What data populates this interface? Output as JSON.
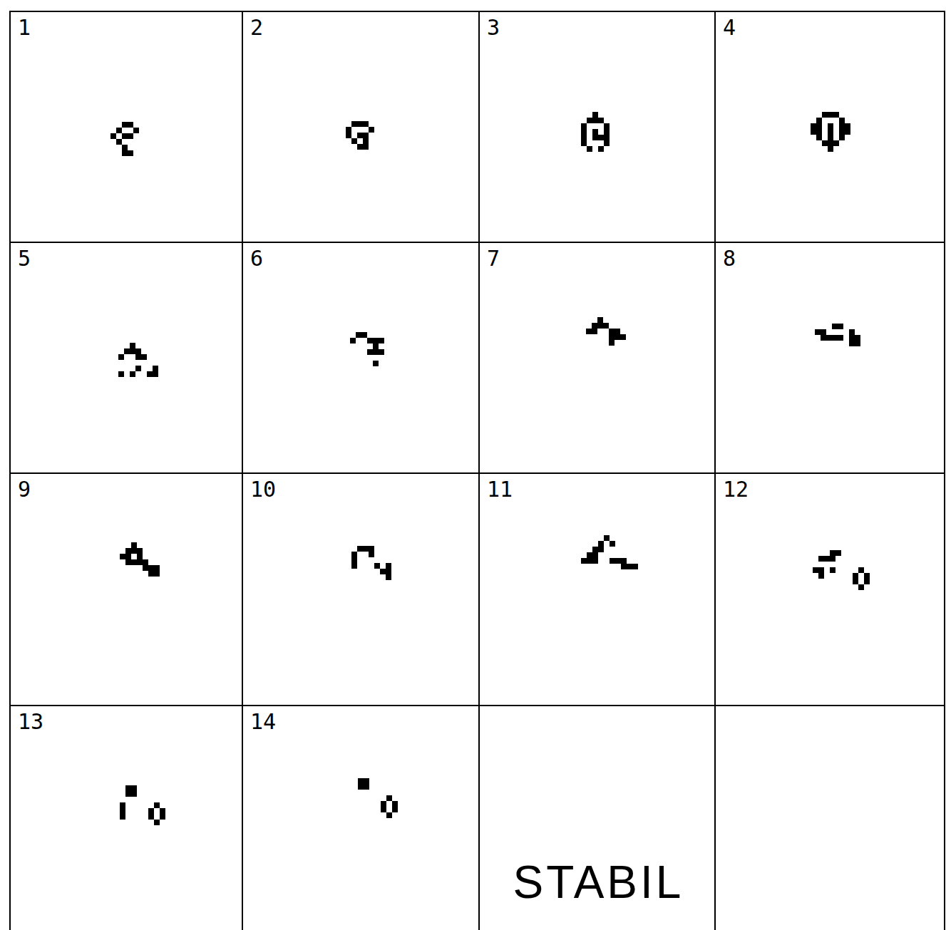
{
  "diagram": {
    "nodes": [
      {
        "text": [
          "1"
        ]
      },
      {
        "text": [
          "2"
        ]
      },
      {
        "text": [
          "3"
        ]
      },
      {
        "text": [
          "4"
        ]
      },
      {
        "text": [
          "5"
        ]
      },
      {
        "text": [
          "6"
        ]
      },
      {
        "text": [
          "7"
        ]
      },
      {
        "text": [
          "8"
        ]
      },
      {
        "text": [
          "9"
        ]
      },
      {
        "text": [
          "10"
        ]
      },
      {
        "text": [
          "11"
        ]
      },
      {
        "text": [
          "12"
        ]
      },
      {
        "text": [
          "13"
        ]
      },
      {
        "text": [
          "14"
        ]
      },
      {
        "text": [
          "STABIL"
        ]
      }
    ]
  }
}
